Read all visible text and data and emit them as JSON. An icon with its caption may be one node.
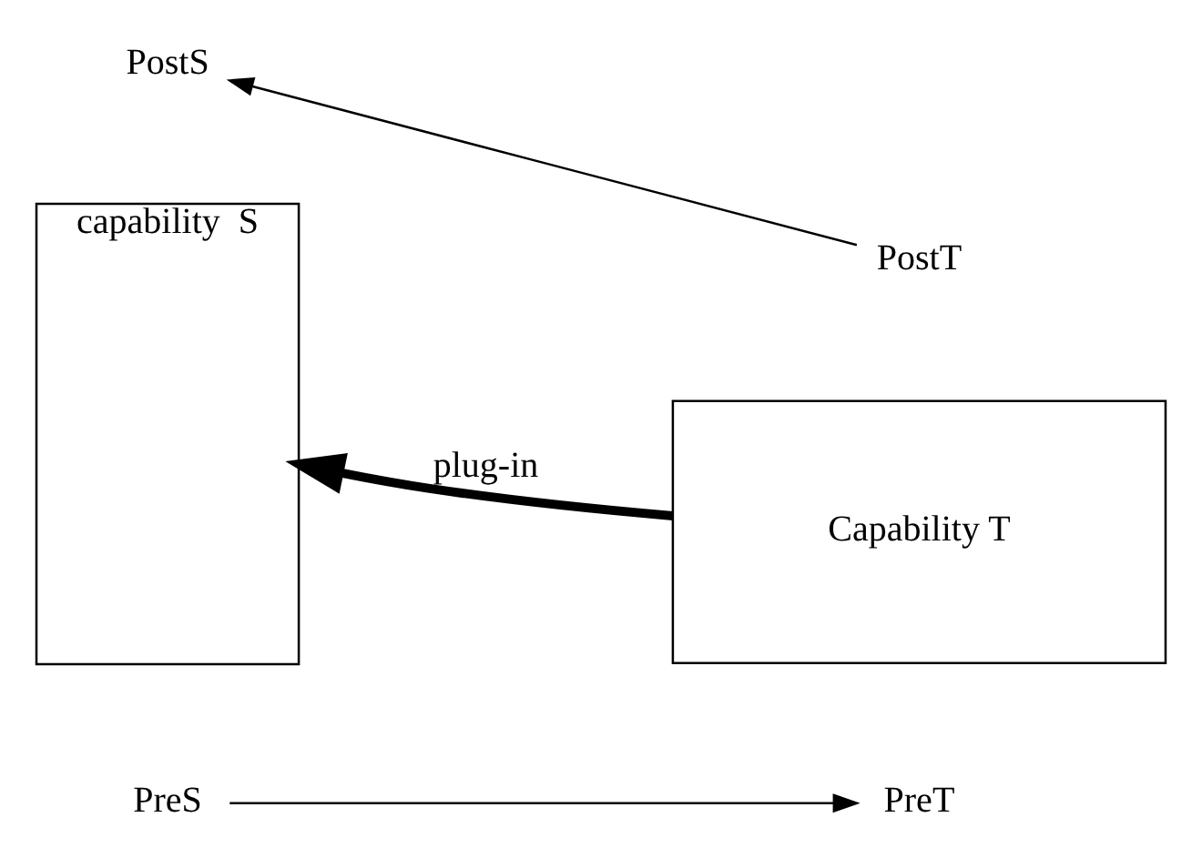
{
  "diagram": {
    "nodes": [
      {
        "text": [
          "PreS"
        ]
      },
      {
        "text": [
          "PreT"
        ]
      },
      {
        "text": [
          "capability  S"
        ]
      },
      {
        "text": [
          "Capability T"
        ]
      },
      {
        "text": [
          "PostT"
        ]
      },
      {
        "text": [
          "PostS"
        ]
      }
    ],
    "edges": [
      {
        "from": 0,
        "to": 1,
        "arrow": "to"
      },
      {
        "from": 3,
        "to": 2,
        "arrow": "to",
        "label": "plug-in",
        "style": "thick"
      },
      {
        "from": 4,
        "to": 5,
        "arrow": "to"
      }
    ]
  }
}
